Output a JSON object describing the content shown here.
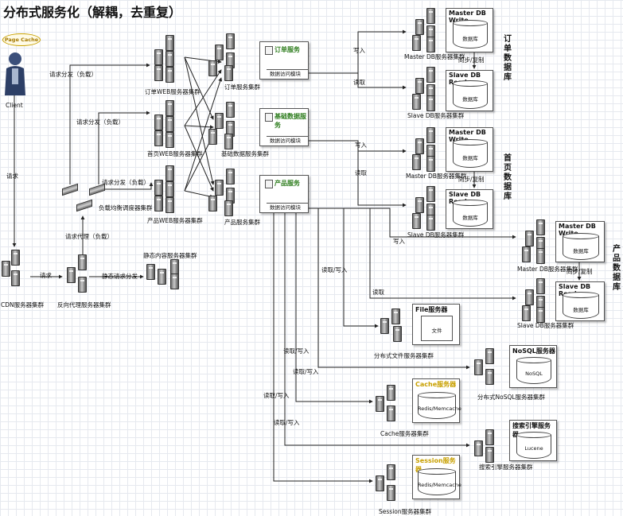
{
  "title": "分布式服务化（解耦，去重复）",
  "client": {
    "label": "Client",
    "page_cache": "Page Cache"
  },
  "left_labels": {
    "request": "请求",
    "request_cdn": "请求",
    "proxy": "请求代理（负载）",
    "dispatch_order": "请求分发（负载）",
    "dispatch_home": "请求分发（负载）",
    "dispatch_product": "请求分发（负载）",
    "static_dispatch": "静态请求分发"
  },
  "clusters": {
    "cdn": "CDN服务器集群",
    "reverse_proxy": "反向代理服务器集群",
    "static": "静态内容服务器集群",
    "lb": "负载均衡调度器集群",
    "order_web": "订单WEB服务器集群",
    "home_web": "首页WEB服务器集群",
    "product_web": "产品WEB服务器集群",
    "order_svc": "订单服务集群",
    "base_svc": "基础数据服务集群",
    "product_svc": "产品服务集群"
  },
  "services": {
    "order": {
      "title": "订单服务",
      "module": "数据访问模块"
    },
    "base": {
      "title": "基础数据服务",
      "module": "数据访问模块"
    },
    "product": {
      "title": "产品服务",
      "module": "数据访问模块"
    }
  },
  "db": {
    "master_write": "Master DB Write",
    "slave_read": "Slave DB Read",
    "db_label": "数据库",
    "sync": "同步/复制",
    "write": "写入",
    "read": "读取",
    "master_cluster": "Master DB服务器集群",
    "slave_cluster": "Slave DB服务器集群",
    "order_db": "订单数据库",
    "home_db": "首页数据库",
    "product_db": "产品数据库"
  },
  "edge_labels": {
    "read_write_1": "读取/写入",
    "read_write_2": "读取/写入",
    "read_write_3": "读取/写入",
    "read_write_4": "读取/写入",
    "read_write_5": "读取/写入"
  },
  "infra": {
    "file_title": "File服务器",
    "file_doc": "文件",
    "file_cluster": "分布式文件服务器集群",
    "nosql_title": "NoSQL服务器",
    "nosql_db": "NoSQL",
    "nosql_cluster": "分布式NoSQL服务器集群",
    "cache_title": "Cache服务器",
    "cache_db": "Redis/Memcache",
    "cache_cluster": "Cache服务器集群",
    "search_title": "搜索引擎服务器",
    "search_db": "Lucene",
    "search_cluster": "搜索引擎服务器集群",
    "session_title": "Session服务器",
    "session_db": "Redis/Memcache",
    "session_cluster": "Session服务器集群"
  },
  "colors": {
    "service_title": "#2e7d1e",
    "cache_title": "#c8a000",
    "line": "#222222",
    "grid": "#e6e9ef"
  }
}
